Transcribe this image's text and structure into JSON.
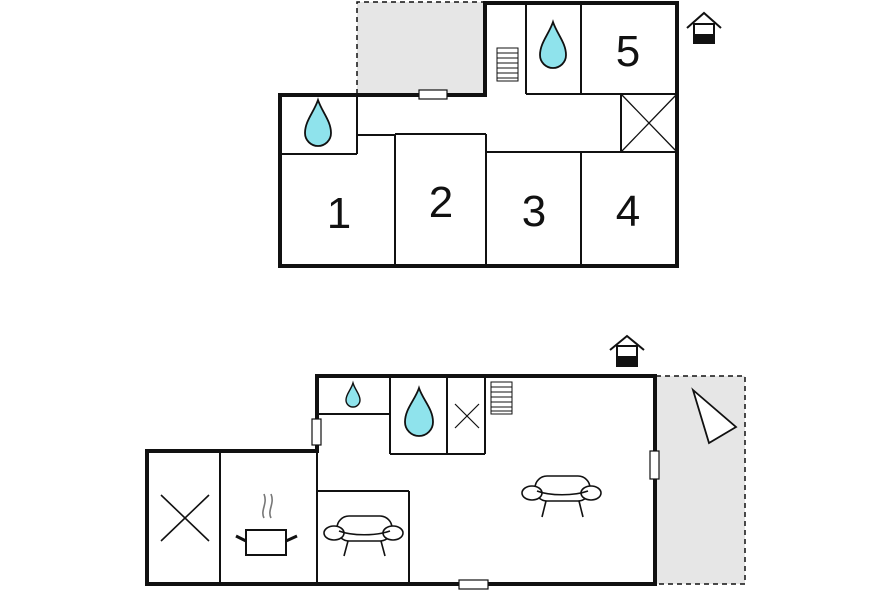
{
  "floorplan": {
    "upper_floor": {
      "rooms": [
        {
          "id": "room-1",
          "label": "1"
        },
        {
          "id": "room-2",
          "label": "2"
        },
        {
          "id": "room-3",
          "label": "3"
        },
        {
          "id": "room-4",
          "label": "4"
        },
        {
          "id": "room-5",
          "label": "5"
        }
      ],
      "icons": [
        "water-drop-icon",
        "water-drop-icon",
        "stairs-icon",
        "storage-cross-icon",
        "entrance-house-icon"
      ]
    },
    "ground_floor": {
      "icons": [
        "water-drop-icon",
        "water-drop-icon",
        "storage-cross-icon",
        "stairs-icon",
        "storage-cross-icon",
        "cooking-pot-icon",
        "sofa-icon",
        "sofa-icon",
        "entrance-house-icon",
        "sun-lounger-icon"
      ]
    },
    "colors": {
      "wall": "#111111",
      "water": "#8fe3ec",
      "terrace": "#e6e6e6"
    }
  }
}
